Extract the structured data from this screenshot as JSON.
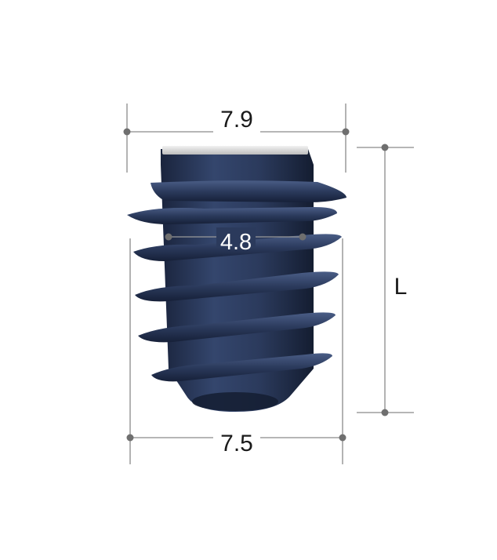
{
  "diagram": {
    "subject": "dental-implant",
    "dimensions": {
      "top_diameter": "7.9",
      "core_diameter": "4.8",
      "bottom_diameter": "7.5",
      "length": "L"
    },
    "colors": {
      "implant_body": "#2b3a5c",
      "implant_highlight": "#4a5d86",
      "implant_shadow": "#141d31",
      "collar": "#d8d8d8",
      "dimension_line": "#8a8a8a",
      "dimension_dot": "#6f6f6f",
      "label_text": "#1a1a1a",
      "inner_label_text": "#ffffff"
    }
  }
}
